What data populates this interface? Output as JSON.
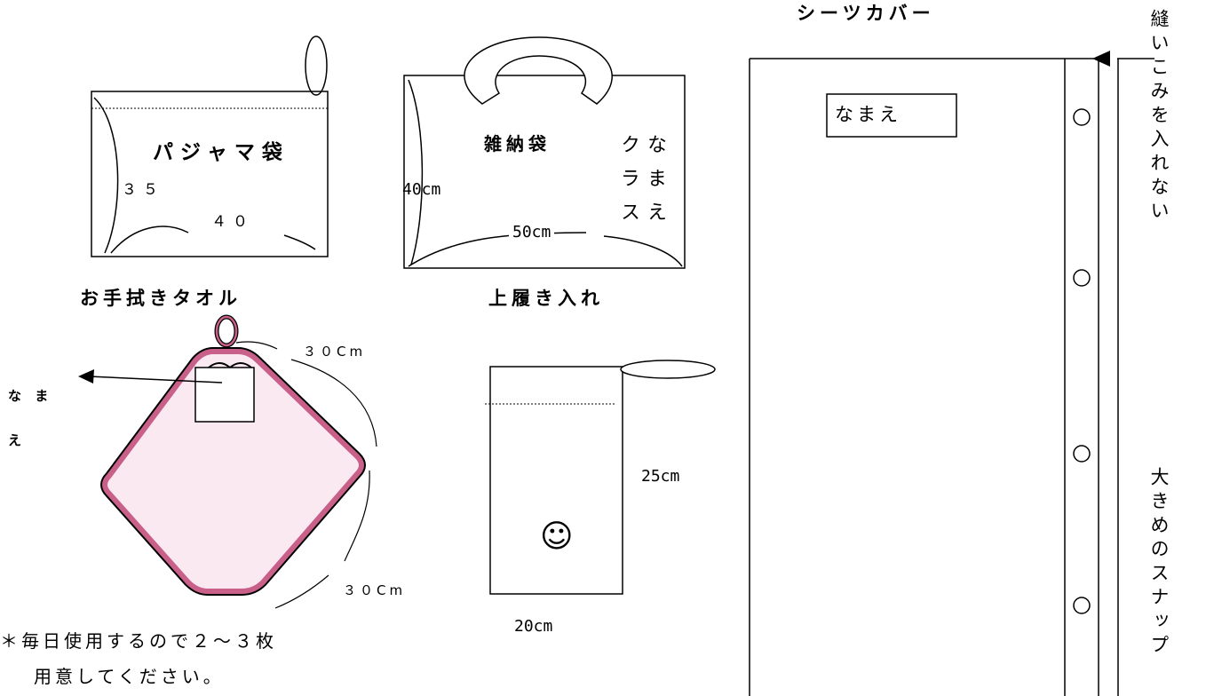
{
  "pajama_bag": {
    "title": "パジャマ袋",
    "dim_a": "３５",
    "dim_b": "４０"
  },
  "storage_bag": {
    "title": "雑納袋",
    "height": "40cm",
    "width": "50cm",
    "name_col1": "なまえ",
    "name_col2": "クラス"
  },
  "towel": {
    "title": "お手拭きタオル",
    "dim_top": "３０Cm",
    "dim_bottom": "３０Cm",
    "name_label_1": "な ま",
    "name_label_2": "え"
  },
  "shoe_bag": {
    "title": "上履き入れ",
    "height": "25cm",
    "width": "20cm",
    "smiley": "☺"
  },
  "sheet_cover": {
    "title": "シーツカバー",
    "name_box": "なまえ",
    "seam_note": "縫いこみを入れない",
    "snap_note": "大きめのスナップ"
  },
  "note": {
    "line1": "＊毎日使用するので２～３枚",
    "line2": "用意してください。"
  },
  "colors": {
    "towel_border": "#c9608a",
    "towel_fill": "#fbe9f1"
  }
}
